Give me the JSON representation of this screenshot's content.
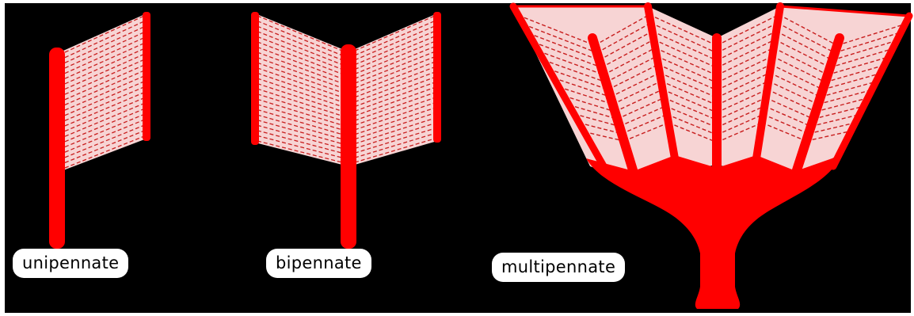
{
  "labels": {
    "unipennate": "unipennate",
    "bipennate": "bipennate",
    "multipennate": "multipennate"
  },
  "colors": {
    "background": "#000000",
    "tendon": "#ff0000",
    "fiber_region": "#f7d4d4",
    "fiber_line": "#c81e1e",
    "label_bg": "#ffffff"
  }
}
